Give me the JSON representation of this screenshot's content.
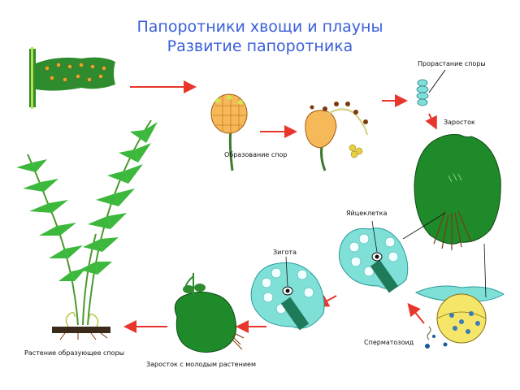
{
  "title_line1": "Папоротники хвощи и плауны",
  "title_line2": "Развитие папоротника",
  "labels": {
    "spore_formation": "Образование спор",
    "spore_germination": "Прорастание споры",
    "prothallus": "Заросток",
    "egg_cell": "Яйцеклетка",
    "zygote": "Зигота",
    "sperm": "Сперматозоид",
    "prothallus_young_plant": "Заросток с молодым растением",
    "spore_bearing_plant": "Растение образующее споры"
  },
  "colors": {
    "title": "#3a5fd9",
    "arrow": "#e8362c",
    "leaf_green": "#2e8b2e",
    "frond_green": "#3cb83c",
    "sporangium": "#f5b95a",
    "cell_cyan": "#7fe0d8",
    "egg_yellow": "#f5e66a"
  }
}
